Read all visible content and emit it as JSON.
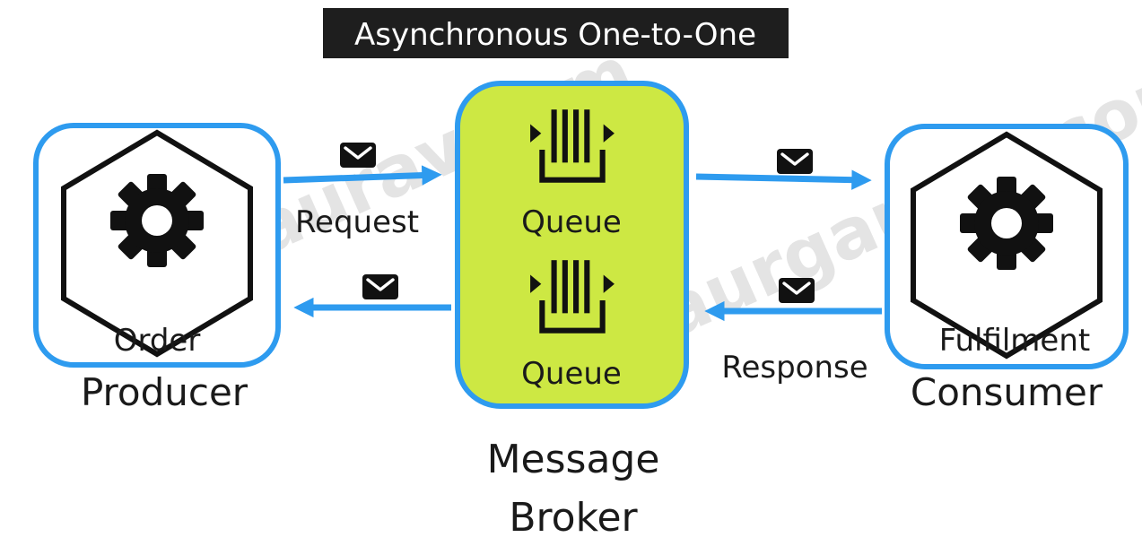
{
  "title": "Asynchronous One-to-One",
  "watermark": "gaurgaurav.com",
  "producer": {
    "service_label": "Order",
    "role_label": "Producer",
    "icon": "gear-icon"
  },
  "broker": {
    "queues": [
      {
        "label": "Queue",
        "icon": "queue-icon"
      },
      {
        "label": "Queue",
        "icon": "queue-icon"
      }
    ],
    "label_line1": "Message",
    "label_line2": "Broker"
  },
  "consumer": {
    "service_label": "Fulfilment",
    "role_label": "Consumer",
    "icon": "gear-icon"
  },
  "flows": {
    "request_label": "Request",
    "response_label": "Response",
    "message_icon": "envelope-icon"
  },
  "colors": {
    "service_border": "#2e9bef",
    "arrow": "#2e9bef",
    "broker_fill": "#cde843",
    "title_bg": "#1e1e1e",
    "title_text": "#ffffff",
    "icon": "#111111"
  }
}
